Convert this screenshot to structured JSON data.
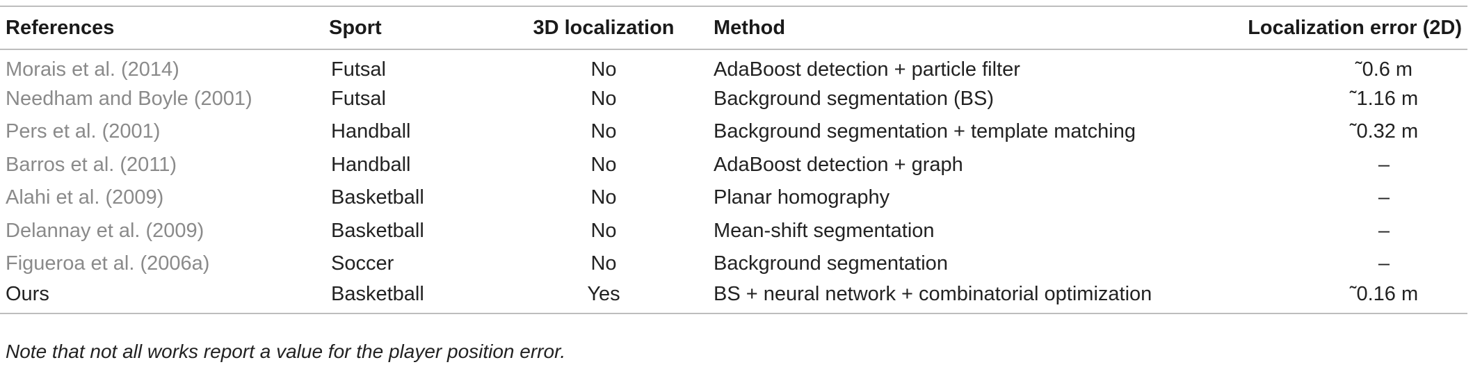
{
  "table": {
    "headers": {
      "references": "References",
      "sport": "Sport",
      "localization_3d": "3D localization",
      "method": "Method",
      "localization_error": "Localization error (2D)"
    },
    "rows": [
      {
        "reference": "Morais et al. (2014)",
        "sport": "Futsal",
        "localization_3d": "No",
        "method": "AdaBoost detection + particle filter",
        "error": "˜0.6 m"
      },
      {
        "reference": "Needham and Boyle (2001)",
        "sport": "Futsal",
        "localization_3d": "No",
        "method": "Background segmentation (BS)",
        "error": "˜1.16 m"
      },
      {
        "reference": "Pers et al. (2001)",
        "sport": "Handball",
        "localization_3d": "No",
        "method": "Background segmentation + template matching",
        "error": "˜0.32 m"
      },
      {
        "reference": "Barros et al. (2011)",
        "sport": "Handball",
        "localization_3d": "No",
        "method": "AdaBoost detection + graph",
        "error": "–"
      },
      {
        "reference": "Alahi et al. (2009)",
        "sport": "Basketball",
        "localization_3d": "No",
        "method": "Planar homography",
        "error": "–"
      },
      {
        "reference": "Delannay et al. (2009)",
        "sport": "Basketball",
        "localization_3d": "No",
        "method": "Mean-shift segmentation",
        "error": "–"
      },
      {
        "reference": "Figueroa et al. (2006a)",
        "sport": "Soccer",
        "localization_3d": "No",
        "method": "Background segmentation",
        "error": "–"
      },
      {
        "reference": "Ours",
        "sport": "Basketball",
        "localization_3d": "Yes",
        "method": "BS + neural network + combinatorial optimization",
        "error": "˜0.16 m"
      }
    ]
  },
  "note": "Note that not all works report a value for the player position error.",
  "colors": {
    "reference_link": "#8a8a8a",
    "text": "#222222",
    "rule": "#bdbdbd"
  }
}
